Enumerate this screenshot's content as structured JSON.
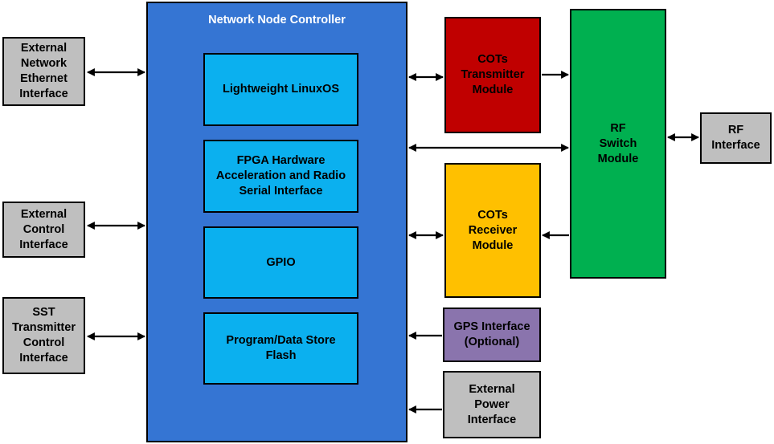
{
  "controller": {
    "title": "Network Node Controller",
    "blocks": {
      "linux": "Lightweight LinuxOS",
      "fpga": "FPGA Hardware\nAcceleration and Radio\nSerial Interface",
      "gpio": "GPIO",
      "flash": "Program/Data Store\nFlash"
    }
  },
  "external": {
    "ethernet": "External\nNetwork\nEthernet\nInterface",
    "control": "External\nControl\nInterface",
    "sst": "SST\nTransmitter\nControl\nInterface"
  },
  "modules": {
    "transmitter": "COTs\nTransmitter\nModule",
    "receiver": "COTs\nReceiver\nModule",
    "rf_switch": "RF\nSwitch\nModule",
    "rf_interface": "RF\nInterface",
    "gps": "GPS Interface\n(Optional)",
    "power": "External\nPower\nInterface"
  },
  "colors": {
    "controller": "#3575d3",
    "inner_block": "#0bb0ef",
    "transmitter": "#c00000",
    "receiver": "#ffc000",
    "rf_switch": "#00b050",
    "gps": "#8a74ad",
    "external": "#bfbfbf"
  }
}
